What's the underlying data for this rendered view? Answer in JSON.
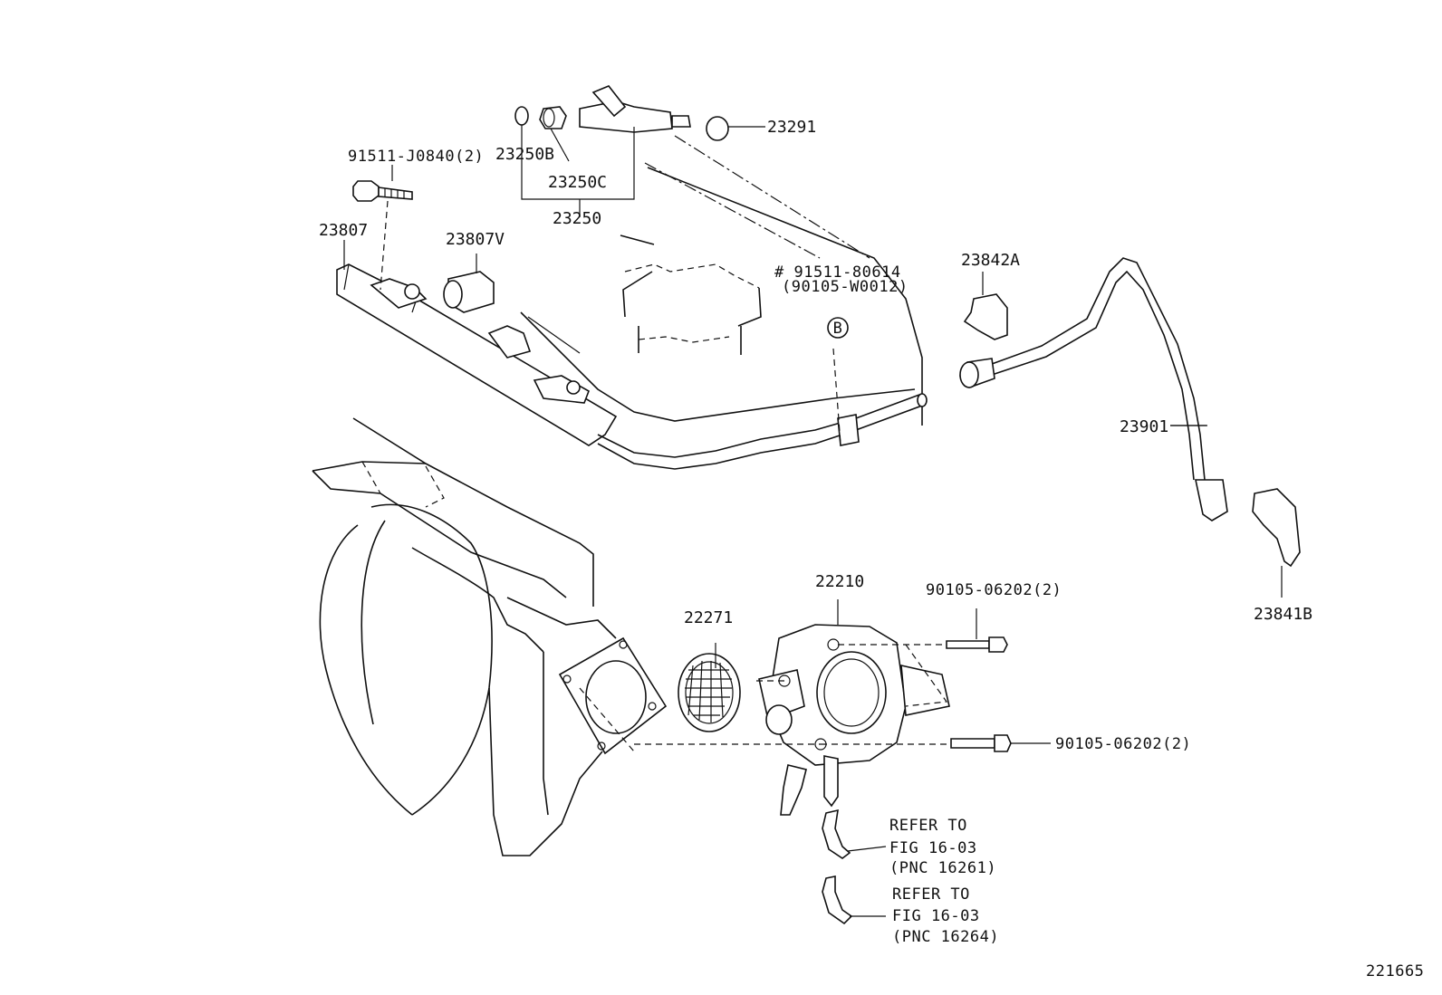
{
  "labels": {
    "p91511_j0840": "91511-J0840(2)",
    "p23807": "23807",
    "p23807v": "23807V",
    "p23250b": "23250B",
    "p23250c": "23250C",
    "p23250": "23250",
    "p23291": "23291",
    "p91511_80614": "# 91511-80614",
    "p90105_w0012": "(90105-W0012)",
    "circle_b": "B",
    "p23842a": "23842A",
    "p23901": "23901",
    "p23841b": "23841B",
    "p22210": "22210",
    "p22271": "22271",
    "p90105_06202_top": "90105-06202(2)",
    "p90105_06202_bot": "90105-06202(2)",
    "refer1_line1": "REFER TO",
    "refer1_line2": "FIG 16-03",
    "refer1_line3": "(PNC 16261)",
    "refer2_line1": "REFER TO",
    "refer2_line2": "FIG 16-03",
    "refer2_line3": "(PNC 16264)",
    "figure_number": "221665"
  }
}
